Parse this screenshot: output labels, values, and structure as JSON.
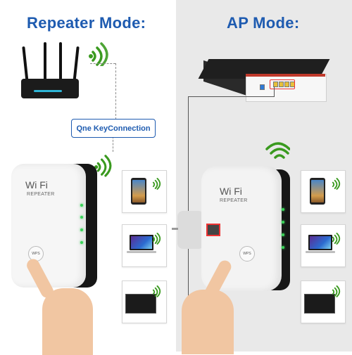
{
  "headings": {
    "left": "Repeater Mode:",
    "right": "AP Mode:"
  },
  "link_button": "Qne KeyConnection",
  "repeater": {
    "logo": "Wi Fi",
    "sublabel": "REPEATER",
    "wps_label": "WPS"
  },
  "colors": {
    "heading": "#1e5bb0",
    "wifi_signal": "#3a9a1f",
    "led": "#3bd45a",
    "highlight": "#e33333"
  },
  "devices": [
    "smartphone",
    "laptop",
    "television"
  ]
}
